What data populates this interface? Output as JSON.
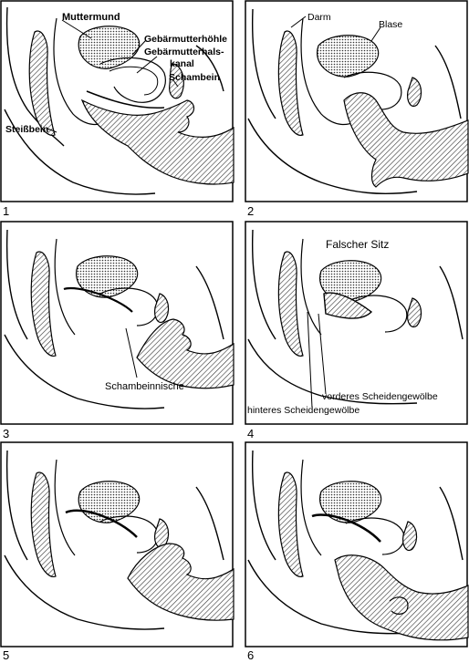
{
  "panels": [
    {
      "number": "1",
      "labels": {
        "muttermund": "Muttermund",
        "gebaermutterhoehle": "Gebärmutterhöhle",
        "gebaermutterhals_1": "Gebärmutterhals-",
        "gebaermutterhals_2": "kanal",
        "schambein": "Schambein",
        "steissbein": "Steißbein"
      }
    },
    {
      "number": "2",
      "labels": {
        "darm": "Darm",
        "blase": "Blase"
      }
    },
    {
      "number": "3",
      "labels": {
        "schambeinnische": "Schambeinnische"
      }
    },
    {
      "number": "4",
      "labels": {
        "falscher_sitz": "Falscher Sitz",
        "vorderes": "vorderes Scheidengewölbe",
        "hinteres": "hinteres Scheidengewölbe"
      }
    },
    {
      "number": "5",
      "labels": {}
    },
    {
      "number": "6",
      "labels": {}
    }
  ],
  "colors": {
    "line": "#000000",
    "shade": "#9a9a9a",
    "background": "#ffffff"
  },
  "icons": [
    "anatomy-cross-section",
    "hand",
    "diaphragm"
  ]
}
